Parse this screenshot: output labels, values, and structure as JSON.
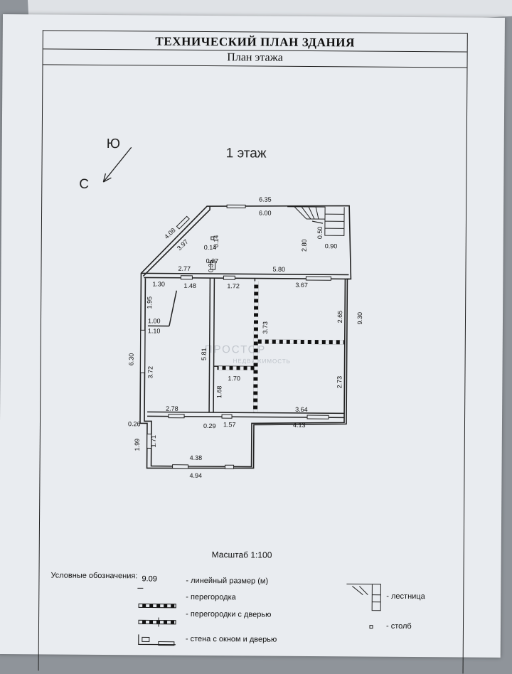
{
  "header": {
    "title": "ТЕХНИЧЕСКИЙ ПЛАН ЗДАНИЯ",
    "subtitle": "План этажа"
  },
  "floor_label": "1 этаж",
  "compass": {
    "south": "С",
    "north": "Ю"
  },
  "dimensions": {
    "d635": "6.35",
    "d600": "6.00",
    "d408": "4.08",
    "d397": "3.97",
    "d014a": "0.14",
    "d014b": "0.14",
    "d280": "2.80",
    "d050": "0.50",
    "d090": "0.90",
    "d027": "0.27",
    "d035": "0.35",
    "d277": "2.77",
    "d580": "5.80",
    "d130": "1.30",
    "d148": "1.48",
    "d172": "1.72",
    "d367": "3.67",
    "d195": "1.95",
    "d100": "1.00",
    "d110": "1.10",
    "d373": "3.73",
    "d265": "2.65",
    "d930": "9.30",
    "d581": "5.81",
    "d630": "6.30",
    "d372": "3.72",
    "d170": "1.70",
    "d273": "2.73",
    "d168": "1.68",
    "d278": "2.78",
    "d364": "3.64",
    "d026": "0.26",
    "d029": "0.29",
    "d157": "1.57",
    "d413": "4.13",
    "d199": "1.99",
    "d171": "1.71",
    "d438": "4.38",
    "d494": "4.94"
  },
  "watermark": {
    "main": "ПРОСТОР",
    "sub": "НЕДВИЖИМОСТЬ"
  },
  "scale": "Масштаб 1:100",
  "legend": {
    "heading": "Условные обозначения:",
    "sample_dim": "9.09",
    "linear": "- линейный размер (м)",
    "partition": "- перегородка",
    "partition_door": "- перегородки с дверью",
    "wall_window": "- стена с окном и дверью",
    "stairs": "- лестница",
    "pillar": "- столб"
  }
}
